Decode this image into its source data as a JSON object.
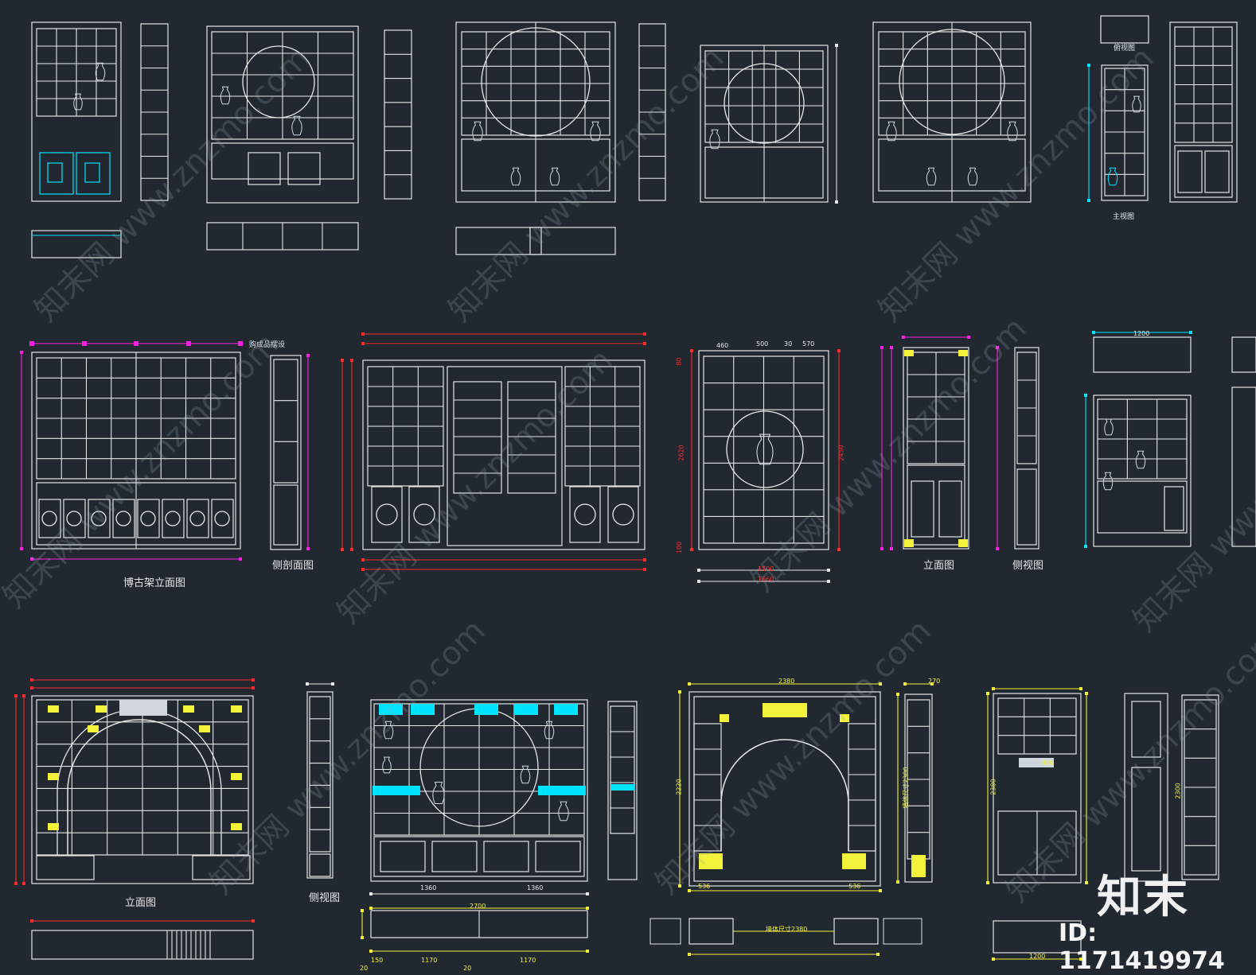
{
  "labels": {
    "row1_top_view": "俯视图",
    "row1_main_view": "主视图",
    "row2_bogu_elevation": "博古架立面图",
    "row2_section": "侧剖面图",
    "row2_finished_note": "购成品摆设",
    "row2_elevation": "立面图",
    "row2_side_view": "侧视图",
    "row3_elevation": "立面图",
    "row3_side_view": "侧视图"
  },
  "dims": {
    "d460": "460",
    "d500": "500",
    "d30": "30",
    "d570": "570",
    "d2450": "2450",
    "d2620": "2620",
    "d80": "80",
    "d100": "100",
    "d1500": "1500",
    "d1660": "1660",
    "d1200": "1200",
    "d2380": "2380",
    "d2220": "2220",
    "d536a": "536",
    "d536b": "536",
    "d270": "270",
    "note_wall": "墙体尺寸2300",
    "note_wall2": "墙体尺寸2380",
    "d1360a": "1360",
    "d1360b": "1360",
    "d2700": "2700",
    "d1170a": "1170",
    "d1170b": "1170",
    "d150": "150",
    "d20a": "20",
    "d20b": "20",
    "d1200b": "1200",
    "d400": "400",
    "d2380b": "2380",
    "d2300": "2300"
  },
  "watermark": {
    "text": "知末网 www.znzmo.com",
    "logo": "知末",
    "id_label": "ID: 1171419974"
  },
  "colors": {
    "background": "#212830",
    "line_white": "#e6e6e6",
    "cyan": "#00e5ff",
    "magenta": "#ff1ee6",
    "red": "#ff2a2a",
    "yellow": "#f2f23a"
  }
}
